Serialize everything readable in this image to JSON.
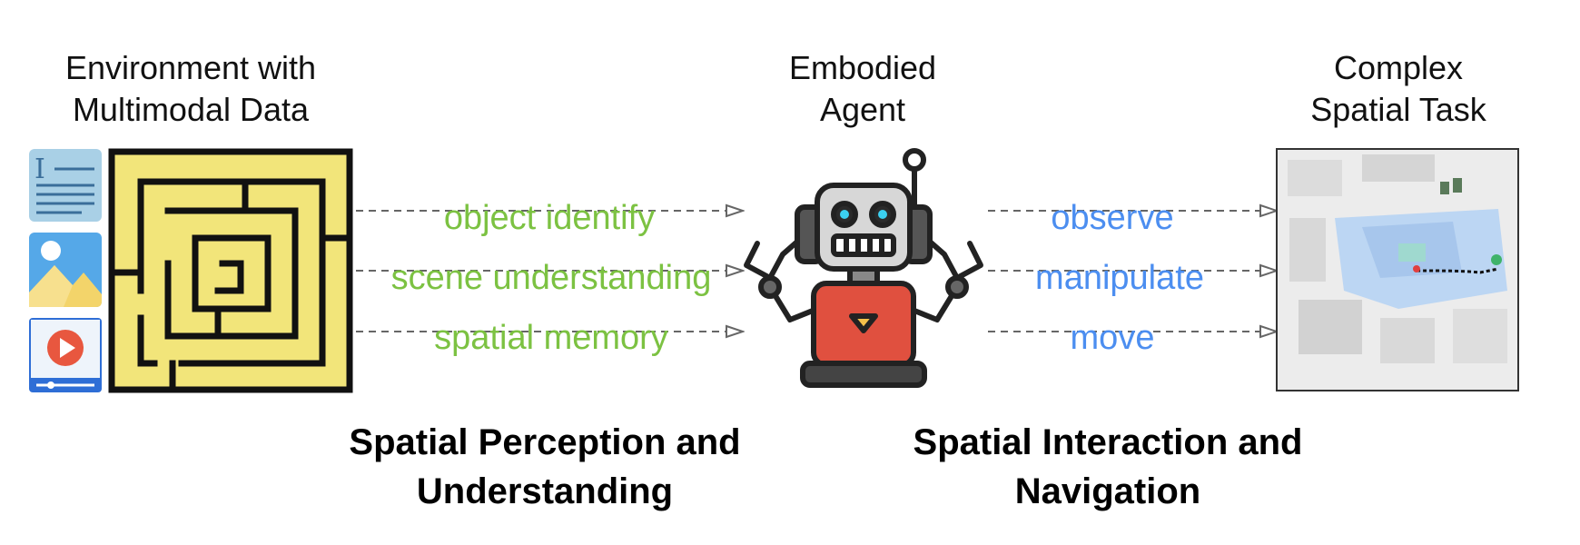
{
  "environment": {
    "title": "Environment with\nMultimodal Data"
  },
  "agent": {
    "title": "Embodied\nAgent"
  },
  "task": {
    "title": "Complex\nSpatial Task"
  },
  "perception": {
    "title": "Spatial Perception and\nUnderstanding",
    "labels": [
      "object identify",
      "scene understanding",
      "spatial memory"
    ]
  },
  "interaction": {
    "title": "Spatial Interaction and\nNavigation",
    "labels": [
      "observe",
      "manipulate",
      "move"
    ]
  },
  "icons": [
    "document-icon",
    "image-icon",
    "video-icon",
    "maze-icon",
    "robot-icon",
    "map-icon"
  ],
  "colors": {
    "perception": "#7cc242",
    "interaction": "#4c8ef0",
    "maze_fill": "#f2e57a",
    "robot_body": "#e0503f"
  }
}
